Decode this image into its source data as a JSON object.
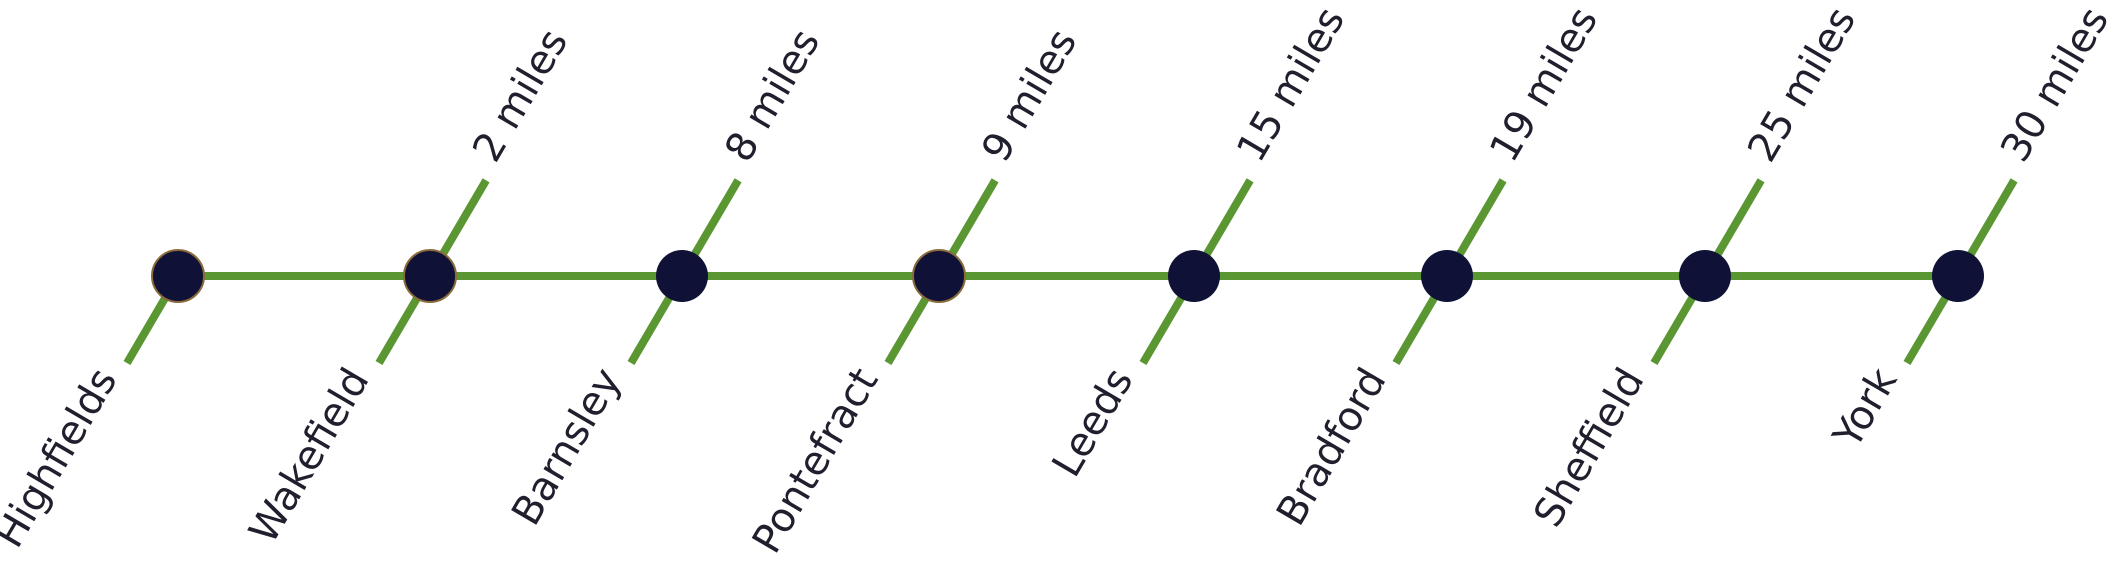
{
  "colors": {
    "line": "#5a9632",
    "node": "#0f1236",
    "node_outline": "#8a6a3a",
    "text": "#1f1f2e"
  },
  "stops": [
    {
      "name": "Highfields",
      "distance": "",
      "outlined": true
    },
    {
      "name": "Wakefield",
      "distance": "2 miles",
      "outlined": true
    },
    {
      "name": "Barnsley",
      "distance": "8 miles",
      "outlined": false
    },
    {
      "name": "Pontefract",
      "distance": "9 miles",
      "outlined": true
    },
    {
      "name": "Leeds",
      "distance": "15 miles",
      "outlined": false
    },
    {
      "name": "Bradford",
      "distance": "19 miles",
      "outlined": false
    },
    {
      "name": "Sheffield",
      "distance": "25 miles",
      "outlined": false
    },
    {
      "name": "York",
      "distance": "30 miles",
      "outlined": false
    }
  ]
}
